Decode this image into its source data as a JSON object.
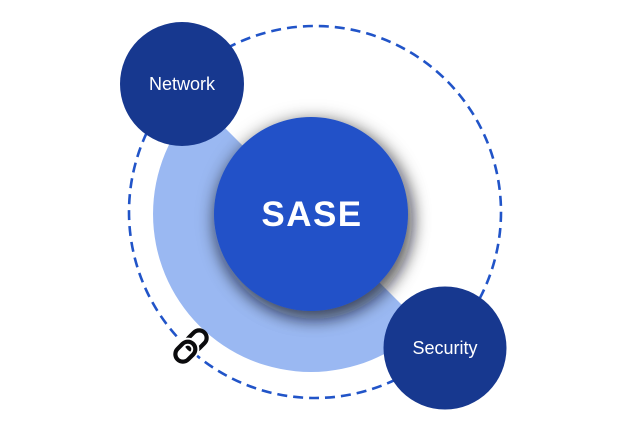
{
  "diagram": {
    "center": {
      "label": "SASE"
    },
    "nodes": [
      {
        "id": "network",
        "label": "Network"
      },
      {
        "id": "security",
        "label": "Security"
      }
    ],
    "icons": [
      {
        "name": "chain-link-icon",
        "meaning": "link between network and security"
      }
    ],
    "colors": {
      "center_fill": "#2051C8",
      "node_fill": "#17388F",
      "arc_fill": "#9AB8F2",
      "dashed_ring": "#2154C8",
      "link_icon": "#0B0B0D",
      "label_text": "#FFFFFF"
    }
  }
}
